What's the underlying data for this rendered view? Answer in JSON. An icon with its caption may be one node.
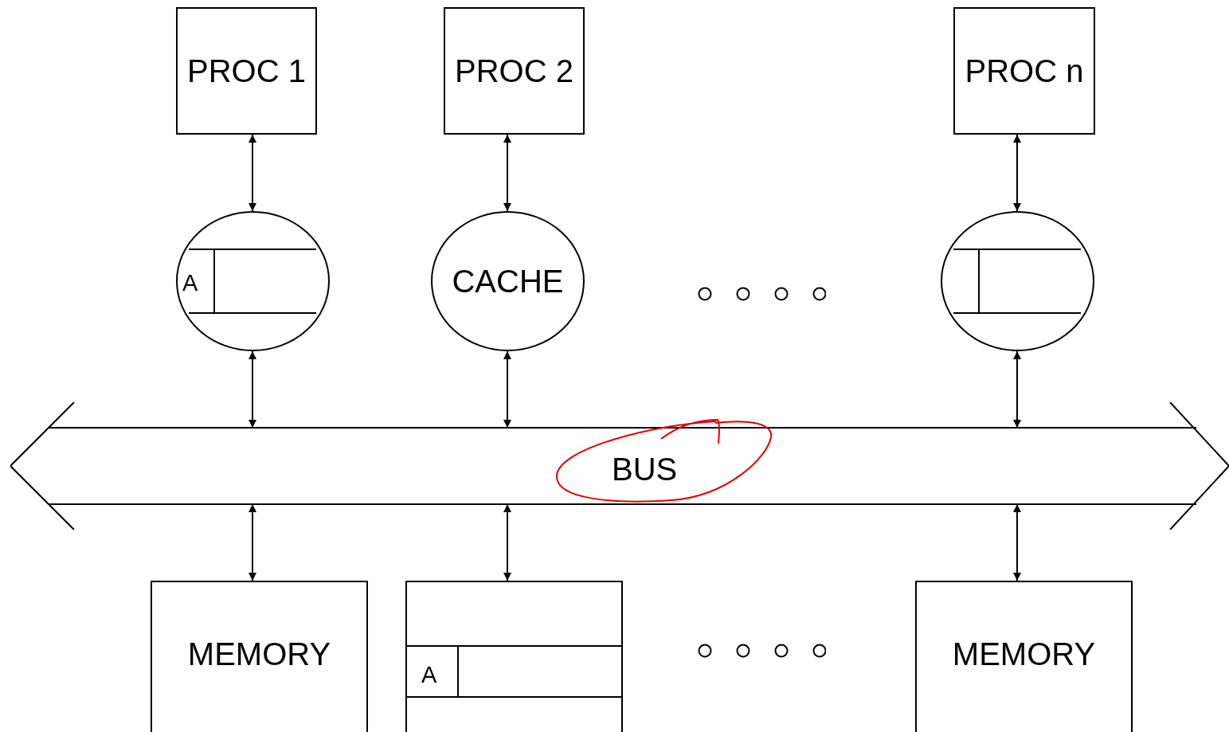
{
  "diagram": {
    "nodes": [
      {
        "text": [
          "PROC 1"
        ]
      },
      {
        "text": [
          "PROC 2"
        ]
      },
      {
        "text": [
          "PROC n"
        ]
      },
      {
        "text": [
          "A"
        ]
      },
      {
        "text": [
          "CACHE"
        ]
      },
      {
        "text": [],
        "shape": "circle"
      },
      {
        "text": [
          "BUS"
        ]
      },
      {
        "text": [
          "MEMORY"
        ]
      },
      {
        "text": [
          "A"
        ]
      },
      {
        "text": [
          "MEMORY"
        ]
      }
    ],
    "edges": [
      {
        "from": 0,
        "to": 3,
        "arrow": "both"
      },
      {
        "from": 1,
        "to": 4,
        "arrow": "both"
      },
      {
        "from": 2,
        "to": 5,
        "arrow": "both"
      },
      {
        "from": 3,
        "to": 6,
        "arrow": "both"
      },
      {
        "from": 4,
        "to": 6,
        "arrow": "both"
      },
      {
        "from": 5,
        "to": 6,
        "arrow": "both"
      },
      {
        "from": 6,
        "to": 7,
        "arrow": "both"
      },
      {
        "from": 6,
        "to": 8,
        "arrow": "both"
      },
      {
        "from": 6,
        "to": 9,
        "arrow": "both"
      }
    ]
  }
}
